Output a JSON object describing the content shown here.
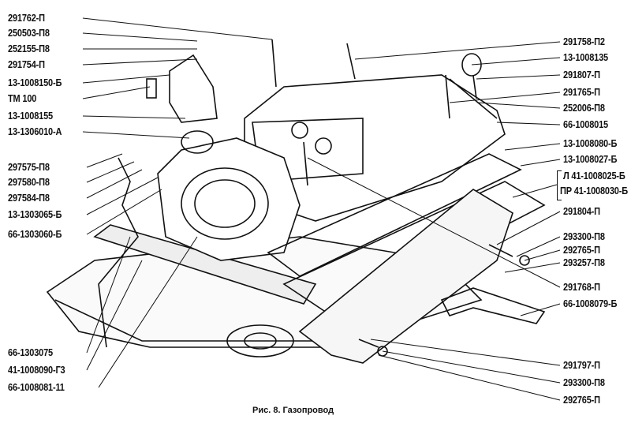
{
  "left_labels": [
    "291762-П",
    "250503-П8",
    "252155-П8",
    "291754-П",
    "13-1008150-Б",
    "ТМ 100",
    "13-1008155",
    "13-1306010-А",
    "297575-П8",
    "297580-П8",
    "297584-П8",
    "13-1303065-Б",
    "66-1303060-Б",
    "66-1303075",
    "41-1008090-Г3",
    "66-1008081-11"
  ],
  "right_labels": [
    "291758-П2",
    "13-1008135",
    "291807-П",
    "291765-П",
    "252006-П8",
    "66-1008015",
    "13-1008080-Б",
    "13-1008027-Б",
    "Л 41-1008025-Б",
    "ПР 41-1008030-Б",
    "291804-П",
    "293300-П8",
    "292765-П",
    "293257-П8",
    "291768-П",
    "66-1008079-Б",
    "291797-П",
    "293300-П8",
    "292765-П"
  ],
  "caption": "Рис. 8. Газопровод"
}
